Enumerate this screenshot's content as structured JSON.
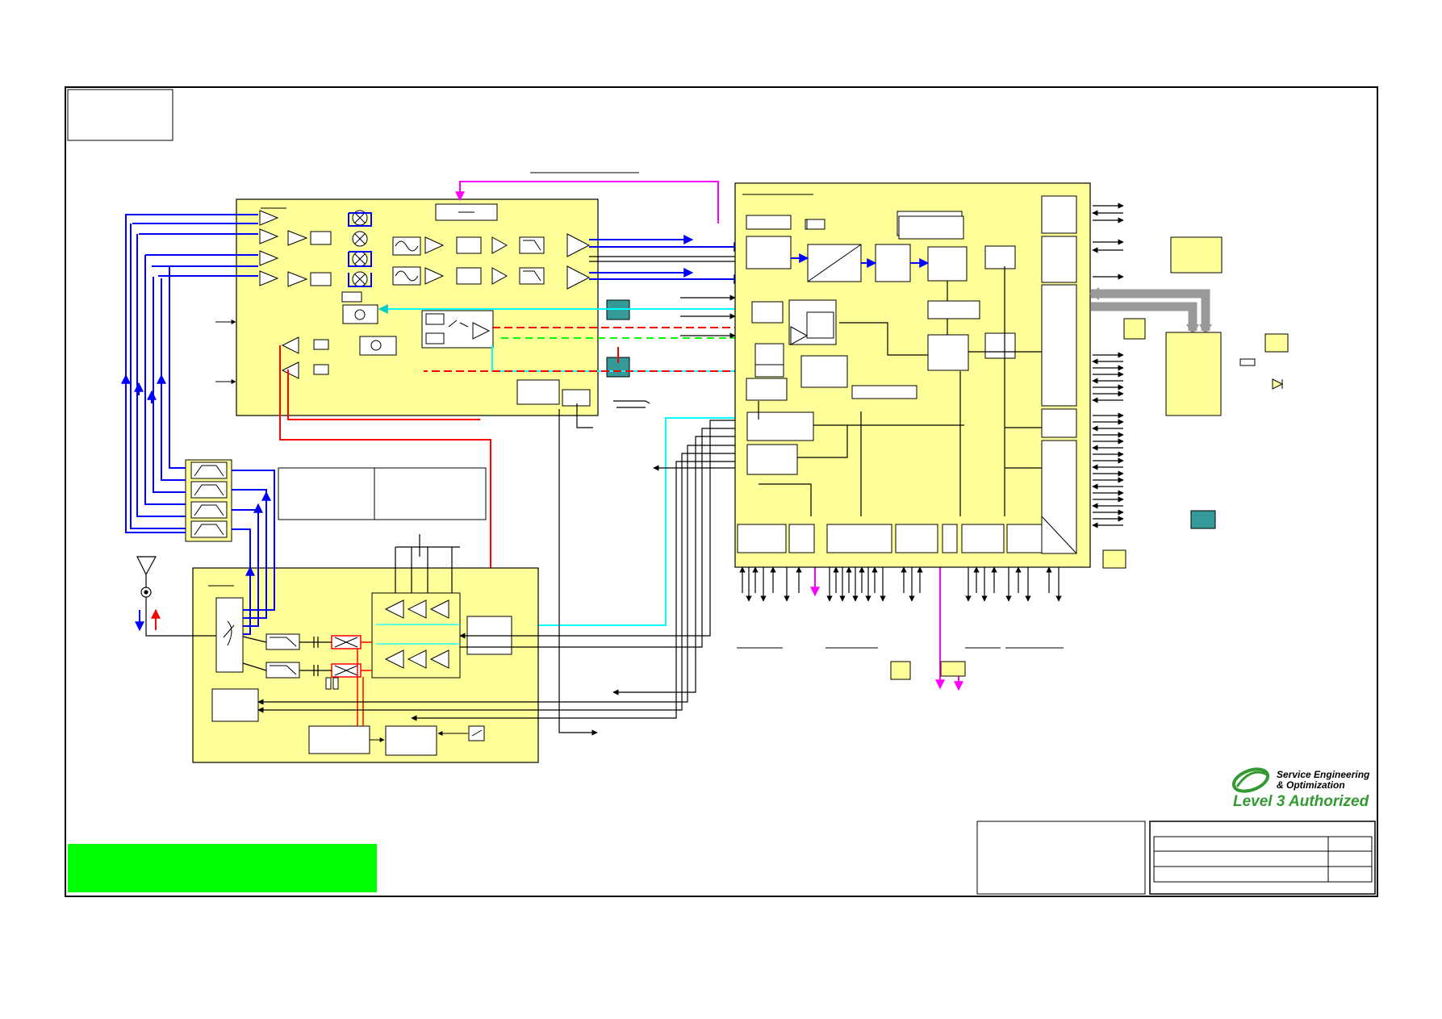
{
  "logo": {
    "line1": "Service Engineering",
    "line2": "& Optimization",
    "line3": "Level 3 Authorized"
  },
  "colors": {
    "block_fill": "#ffff99",
    "border": "#000000",
    "signal_blue": "#0000ff",
    "signal_red": "#ff0000",
    "signal_cyan": "#00ffff",
    "signal_green": "#00ff00",
    "signal_magenta": "#ff00ff",
    "teal_block": "#339999",
    "bus_gray": "#999999",
    "banner_green": "#00ff00",
    "logo_green": "#339933"
  }
}
